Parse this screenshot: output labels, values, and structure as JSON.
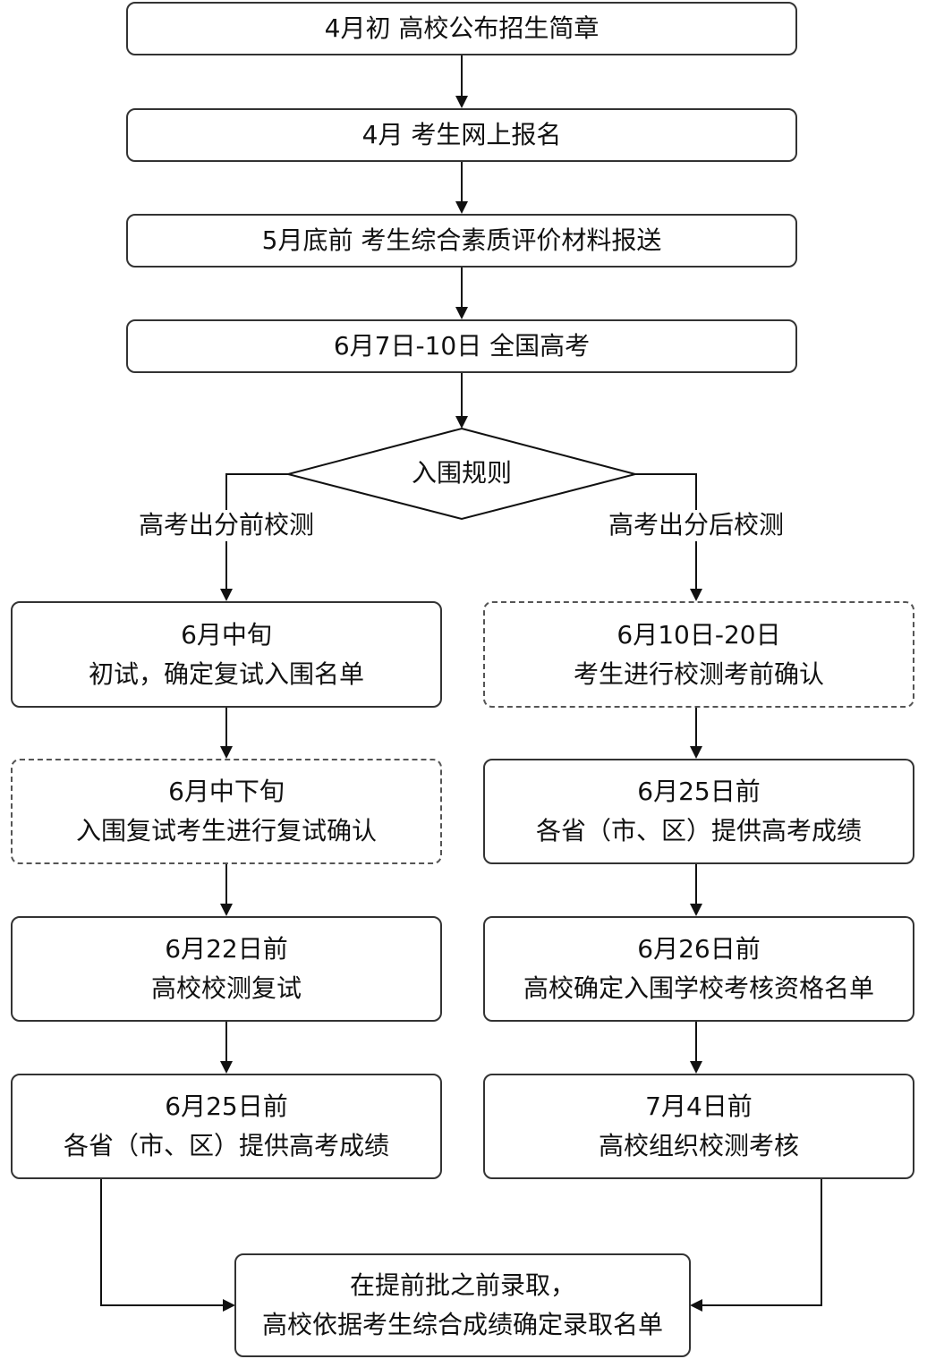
{
  "steps": {
    "s1": "4月初 高校公布招生简章",
    "s2": "4月 考生网上报名",
    "s3": "5月底前 考生综合素质评价材料报送",
    "s4": "6月7日-10日 全国高考"
  },
  "decision": {
    "label": "入围规则",
    "left_branch": "高考出分前校测",
    "right_branch": "高考出分后校测"
  },
  "left": [
    {
      "line1": "6月中旬",
      "line2": "初试，确定复试入围名单"
    },
    {
      "line1": "6月中下旬",
      "line2": "入围复试考生进行复试确认"
    },
    {
      "line1": "6月22日前",
      "line2": "高校校测复试"
    },
    {
      "line1": "6月25日前",
      "line2": "各省（市、区）提供高考成绩"
    }
  ],
  "right": [
    {
      "line1": "6月10日-20日",
      "line2": "考生进行校测考前确认"
    },
    {
      "line1": "6月25日前",
      "line2": "各省（市、区）提供高考成绩"
    },
    {
      "line1": "6月26日前",
      "line2": "高校确定入围学校考核资格名单"
    },
    {
      "line1": "7月4日前",
      "line2": "高校组织校测考核"
    }
  ],
  "final": {
    "line1": "在提前批之前录取，",
    "line2": "高校依据考生综合成绩确定录取名单"
  },
  "colors": {
    "stroke": "#333333",
    "dashed_stroke": "#555555",
    "text": "#111111"
  }
}
